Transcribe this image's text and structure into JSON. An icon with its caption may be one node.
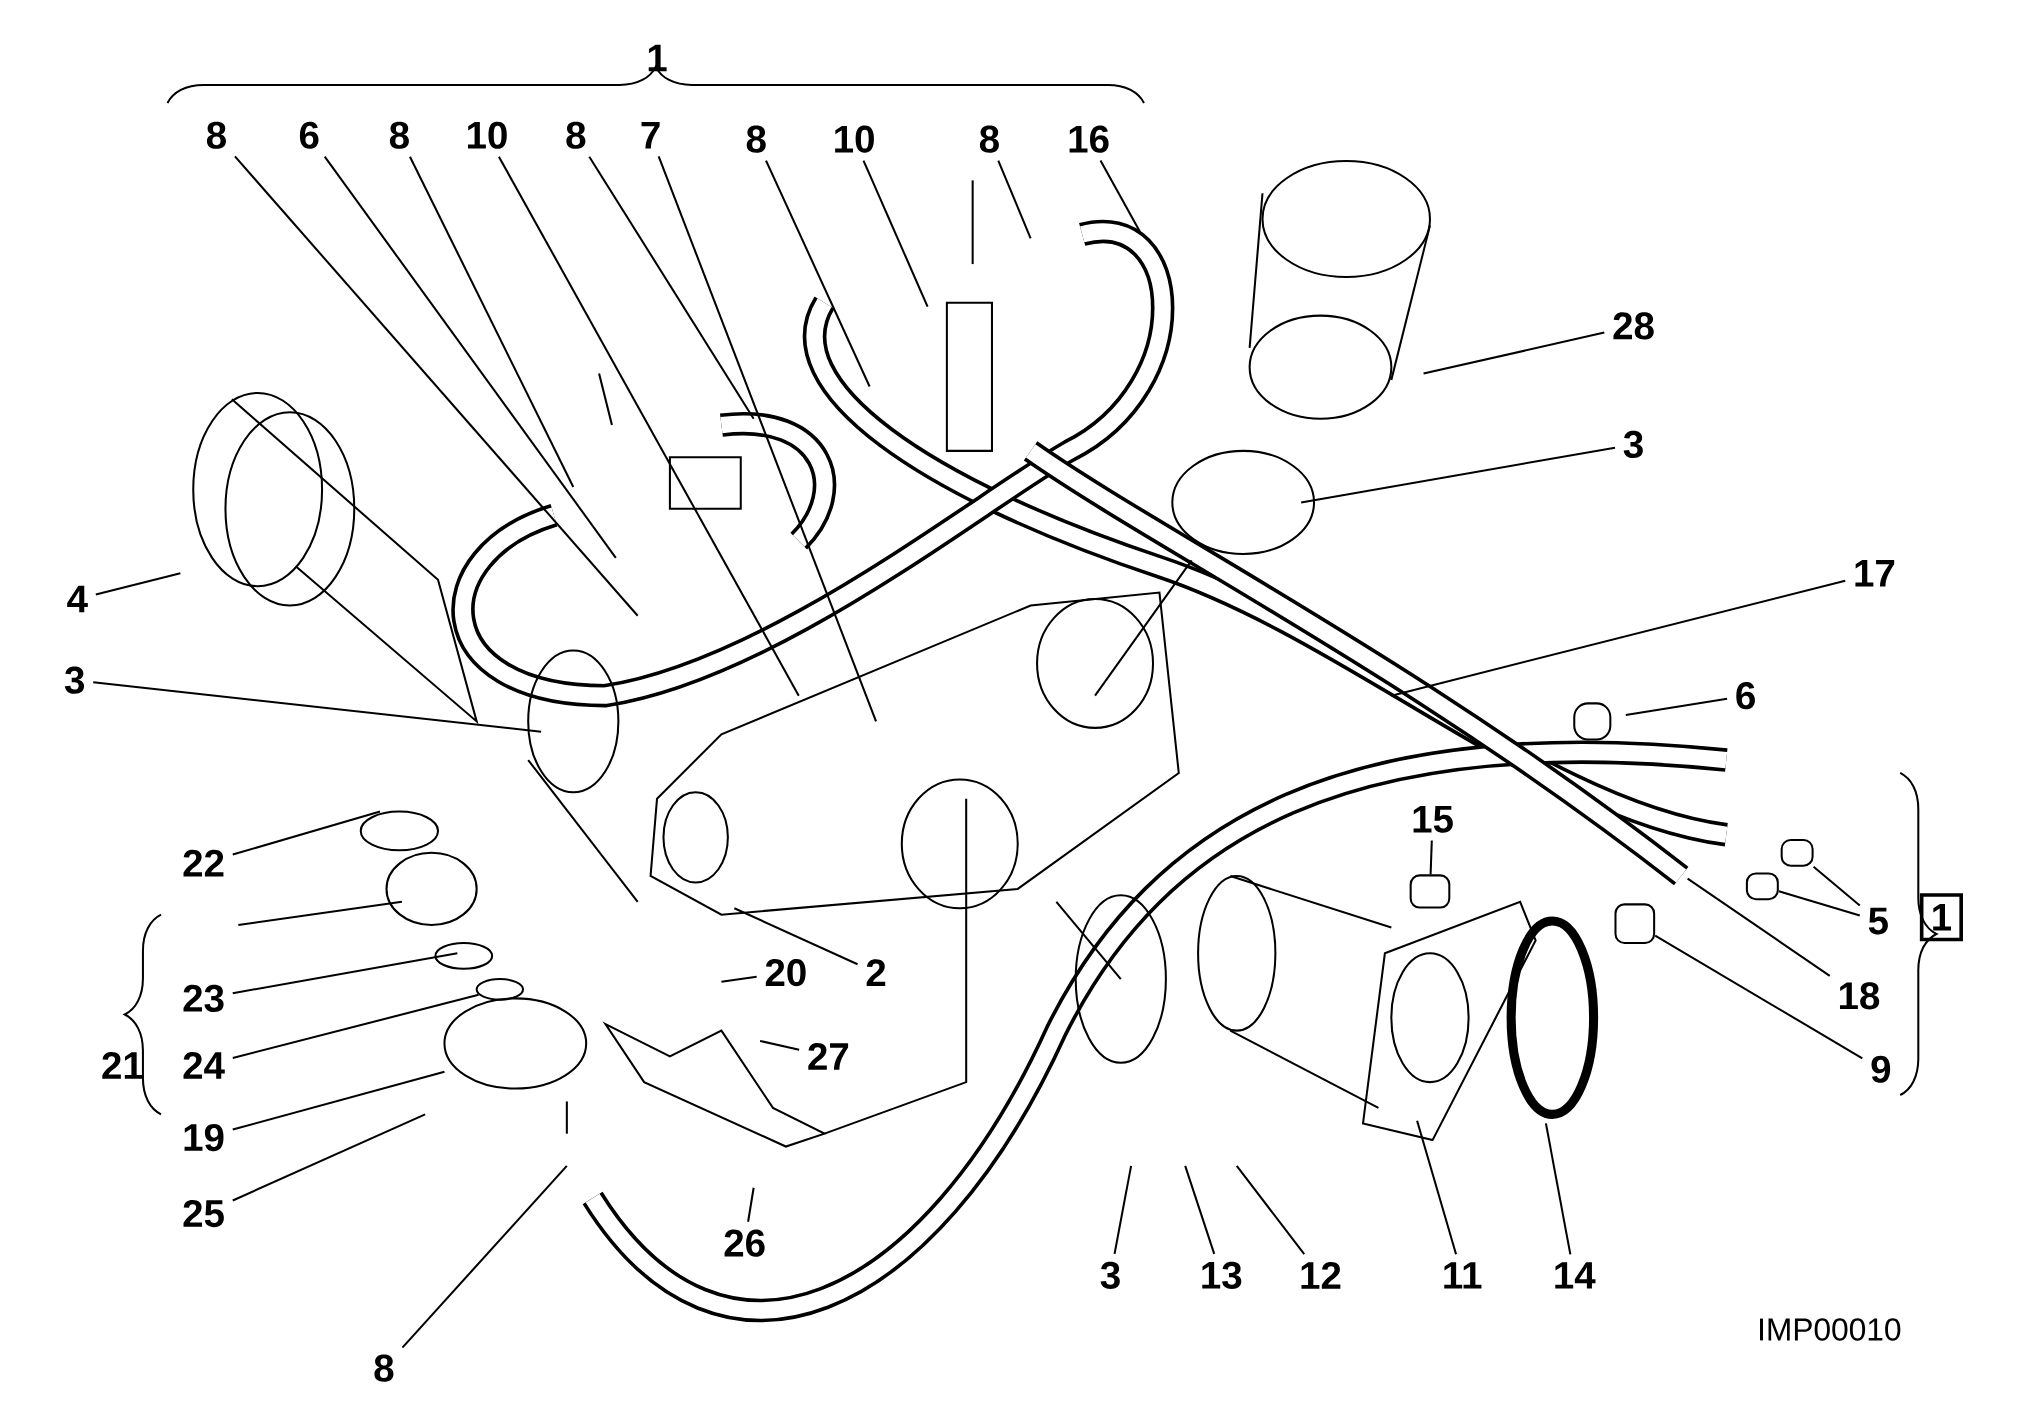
{
  "diagram": {
    "nodes": [
      {
        "text": [
          "8"
        ]
      },
      {
        "text": [
          "6"
        ]
      },
      {
        "text": [
          "8"
        ]
      },
      {
        "text": [
          "10"
        ]
      },
      {
        "text": [
          "8"
        ]
      },
      {
        "text": [
          "7"
        ]
      },
      {
        "text": [
          "8"
        ]
      },
      {
        "text": [
          "10"
        ]
      },
      {
        "text": [
          "8"
        ]
      },
      {
        "text": [
          "16"
        ]
      },
      {
        "text": [
          "28"
        ]
      },
      {
        "text": [
          "3"
        ]
      },
      {
        "text": [
          "4"
        ]
      },
      {
        "text": [
          "17"
        ]
      },
      {
        "text": [
          "3"
        ]
      },
      {
        "text": [
          "6"
        ]
      },
      {
        "text": [
          "15"
        ]
      },
      {
        "text": [
          "22"
        ]
      },
      {
        "text": [
          "1"
        ]
      },
      {
        "text": [
          "5"
        ]
      },
      {
        "text": [
          "20"
        ]
      },
      {
        "text": [
          "2"
        ]
      },
      {
        "text": [
          "23"
        ]
      },
      {
        "text": [
          "18"
        ]
      },
      {
        "text": [
          "27"
        ]
      },
      {
        "text": [
          "24"
        ]
      },
      {
        "text": [
          "9"
        ]
      },
      {
        "text": [
          "19"
        ]
      },
      {
        "text": [
          "25"
        ]
      },
      {
        "text": [
          "26"
        ]
      },
      {
        "text": [
          "3"
        ]
      },
      {
        "text": [
          "13"
        ]
      },
      {
        "text": [
          "12"
        ]
      },
      {
        "text": [
          "11"
        ]
      },
      {
        "text": [
          "14"
        ]
      },
      {
        "text": [
          "8"
        ]
      },
      {
        "text": [],
        "shape": "circle"
      },
      {
        "text": [],
        "shape": "box"
      },
      {
        "text": [],
        "shape": "box"
      },
      {
        "text": [],
        "shape": "box"
      },
      {
        "text": [],
        "shape": "box"
      }
    ],
    "edges": [
      {
        "from": 0,
        "to": null,
        "arrow": "none"
      },
      {
        "from": 1,
        "to": null,
        "arrow": "none"
      },
      {
        "from": 2,
        "to": null,
        "arrow": "none"
      },
      {
        "from": 3,
        "to": null,
        "arrow": "none"
      },
      {
        "from": 4,
        "to": null,
        "arrow": "none"
      },
      {
        "from": 5,
        "to": null,
        "arrow": "none"
      },
      {
        "from": 6,
        "to": null,
        "arrow": "none"
      },
      {
        "from": 7,
        "to": null,
        "arrow": "none"
      },
      {
        "from": 8,
        "to": null,
        "arrow": "none"
      },
      {
        "from": 9,
        "to": null,
        "arrow": "none"
      },
      {
        "from": 10,
        "to": null,
        "arrow": "none"
      },
      {
        "from": 11,
        "to": null,
        "arrow": "none"
      },
      {
        "from": 12,
        "to": null,
        "arrow": "none"
      },
      {
        "from": 13,
        "to": null,
        "arrow": "none"
      },
      {
        "from": 14,
        "to": null,
        "arrow": "none"
      },
      {
        "from": 15,
        "to": null,
        "arrow": "none"
      },
      {
        "from": 16,
        "to": 38,
        "arrow": "none"
      },
      {
        "from": 17,
        "to": null,
        "arrow": "none"
      },
      {
        "from": 19,
        "to": 40,
        "arrow": "none"
      },
      {
        "from": 19,
        "to": 39,
        "arrow": "none"
      },
      {
        "from": 20,
        "to": null,
        "arrow": "none"
      },
      {
        "from": 21,
        "to": null,
        "arrow": "none"
      },
      {
        "from": 22,
        "to": null,
        "arrow": "none"
      },
      {
        "from": 23,
        "to": null,
        "arrow": "none"
      },
      {
        "from": 24,
        "to": null,
        "arrow": "none"
      },
      {
        "from": 25,
        "to": 36,
        "arrow": "none"
      },
      {
        "from": 26,
        "to": 37,
        "arrow": "none"
      },
      {
        "from": 27,
        "to": null,
        "arrow": "none"
      },
      {
        "from": 28,
        "to": null,
        "arrow": "none"
      },
      {
        "from": 29,
        "to": null,
        "arrow": "none"
      },
      {
        "from": 30,
        "to": null,
        "arrow": "none"
      },
      {
        "from": 31,
        "to": null,
        "arrow": "none"
      },
      {
        "from": 32,
        "to": null,
        "arrow": "none"
      },
      {
        "from": 33,
        "to": null,
        "arrow": "none"
      },
      {
        "from": 34,
        "to": null,
        "arrow": "none"
      },
      {
        "from": 35,
        "to": null,
        "arrow": "none"
      }
    ],
    "labels": [
      "1",
      "21",
      "IMP00010"
    ]
  }
}
